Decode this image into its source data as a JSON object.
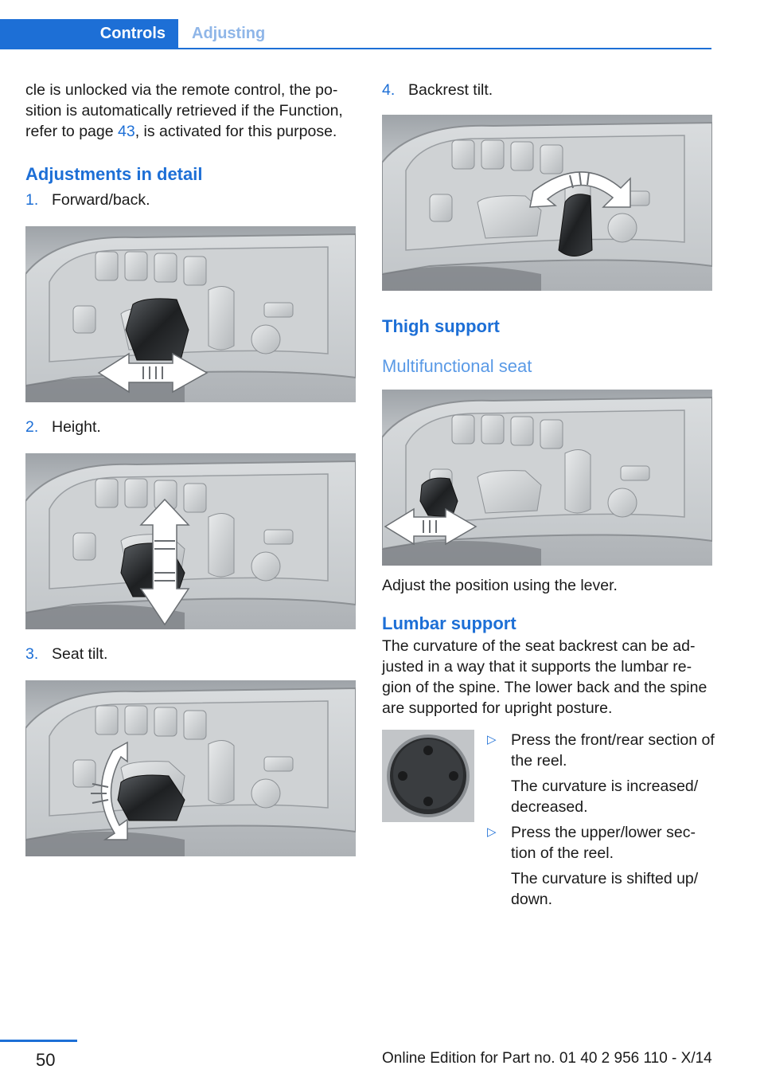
{
  "header": {
    "section": "Controls",
    "subsection": "Adjusting"
  },
  "left": {
    "intro_before_link": "cle is unlocked via the remote control, the po-sition is automatically retrieved if the Function, refer to page ",
    "intro_link": "43",
    "intro_after_link": ", is activated for this purpose.",
    "heading": "Adjustments in detail",
    "steps": [
      {
        "num": "1.",
        "label": "Forward/back."
      },
      {
        "num": "2.",
        "label": "Height."
      },
      {
        "num": "3.",
        "label": "Seat tilt."
      }
    ]
  },
  "right": {
    "step4": {
      "num": "4.",
      "label": "Backrest tilt."
    },
    "thigh_heading": "Thigh support",
    "thigh_subheading": "Multifunctional seat",
    "thigh_text": "Adjust the position using the lever.",
    "lumbar_heading": "Lumbar support",
    "lumbar_text": "The curvature of the seat backrest can be ad-justed in a way that it supports the lumbar re-gion of the spine. The lower back and the spine are supported for upright posture.",
    "bullets": [
      {
        "text": "Press the front/rear section of the reel.",
        "sub": "The curvature is increased/ decreased."
      },
      {
        "text": "Press the upper/lower sec-tion of the reel.",
        "sub": "The curvature is shifted up/ down."
      }
    ]
  },
  "footer": {
    "page_number": "50",
    "edition": "Online Edition for Part no. 01 40 2 956 110 - X/14"
  },
  "colors": {
    "accent": "#1d6fd6",
    "accent_light": "#8fb6e8"
  }
}
